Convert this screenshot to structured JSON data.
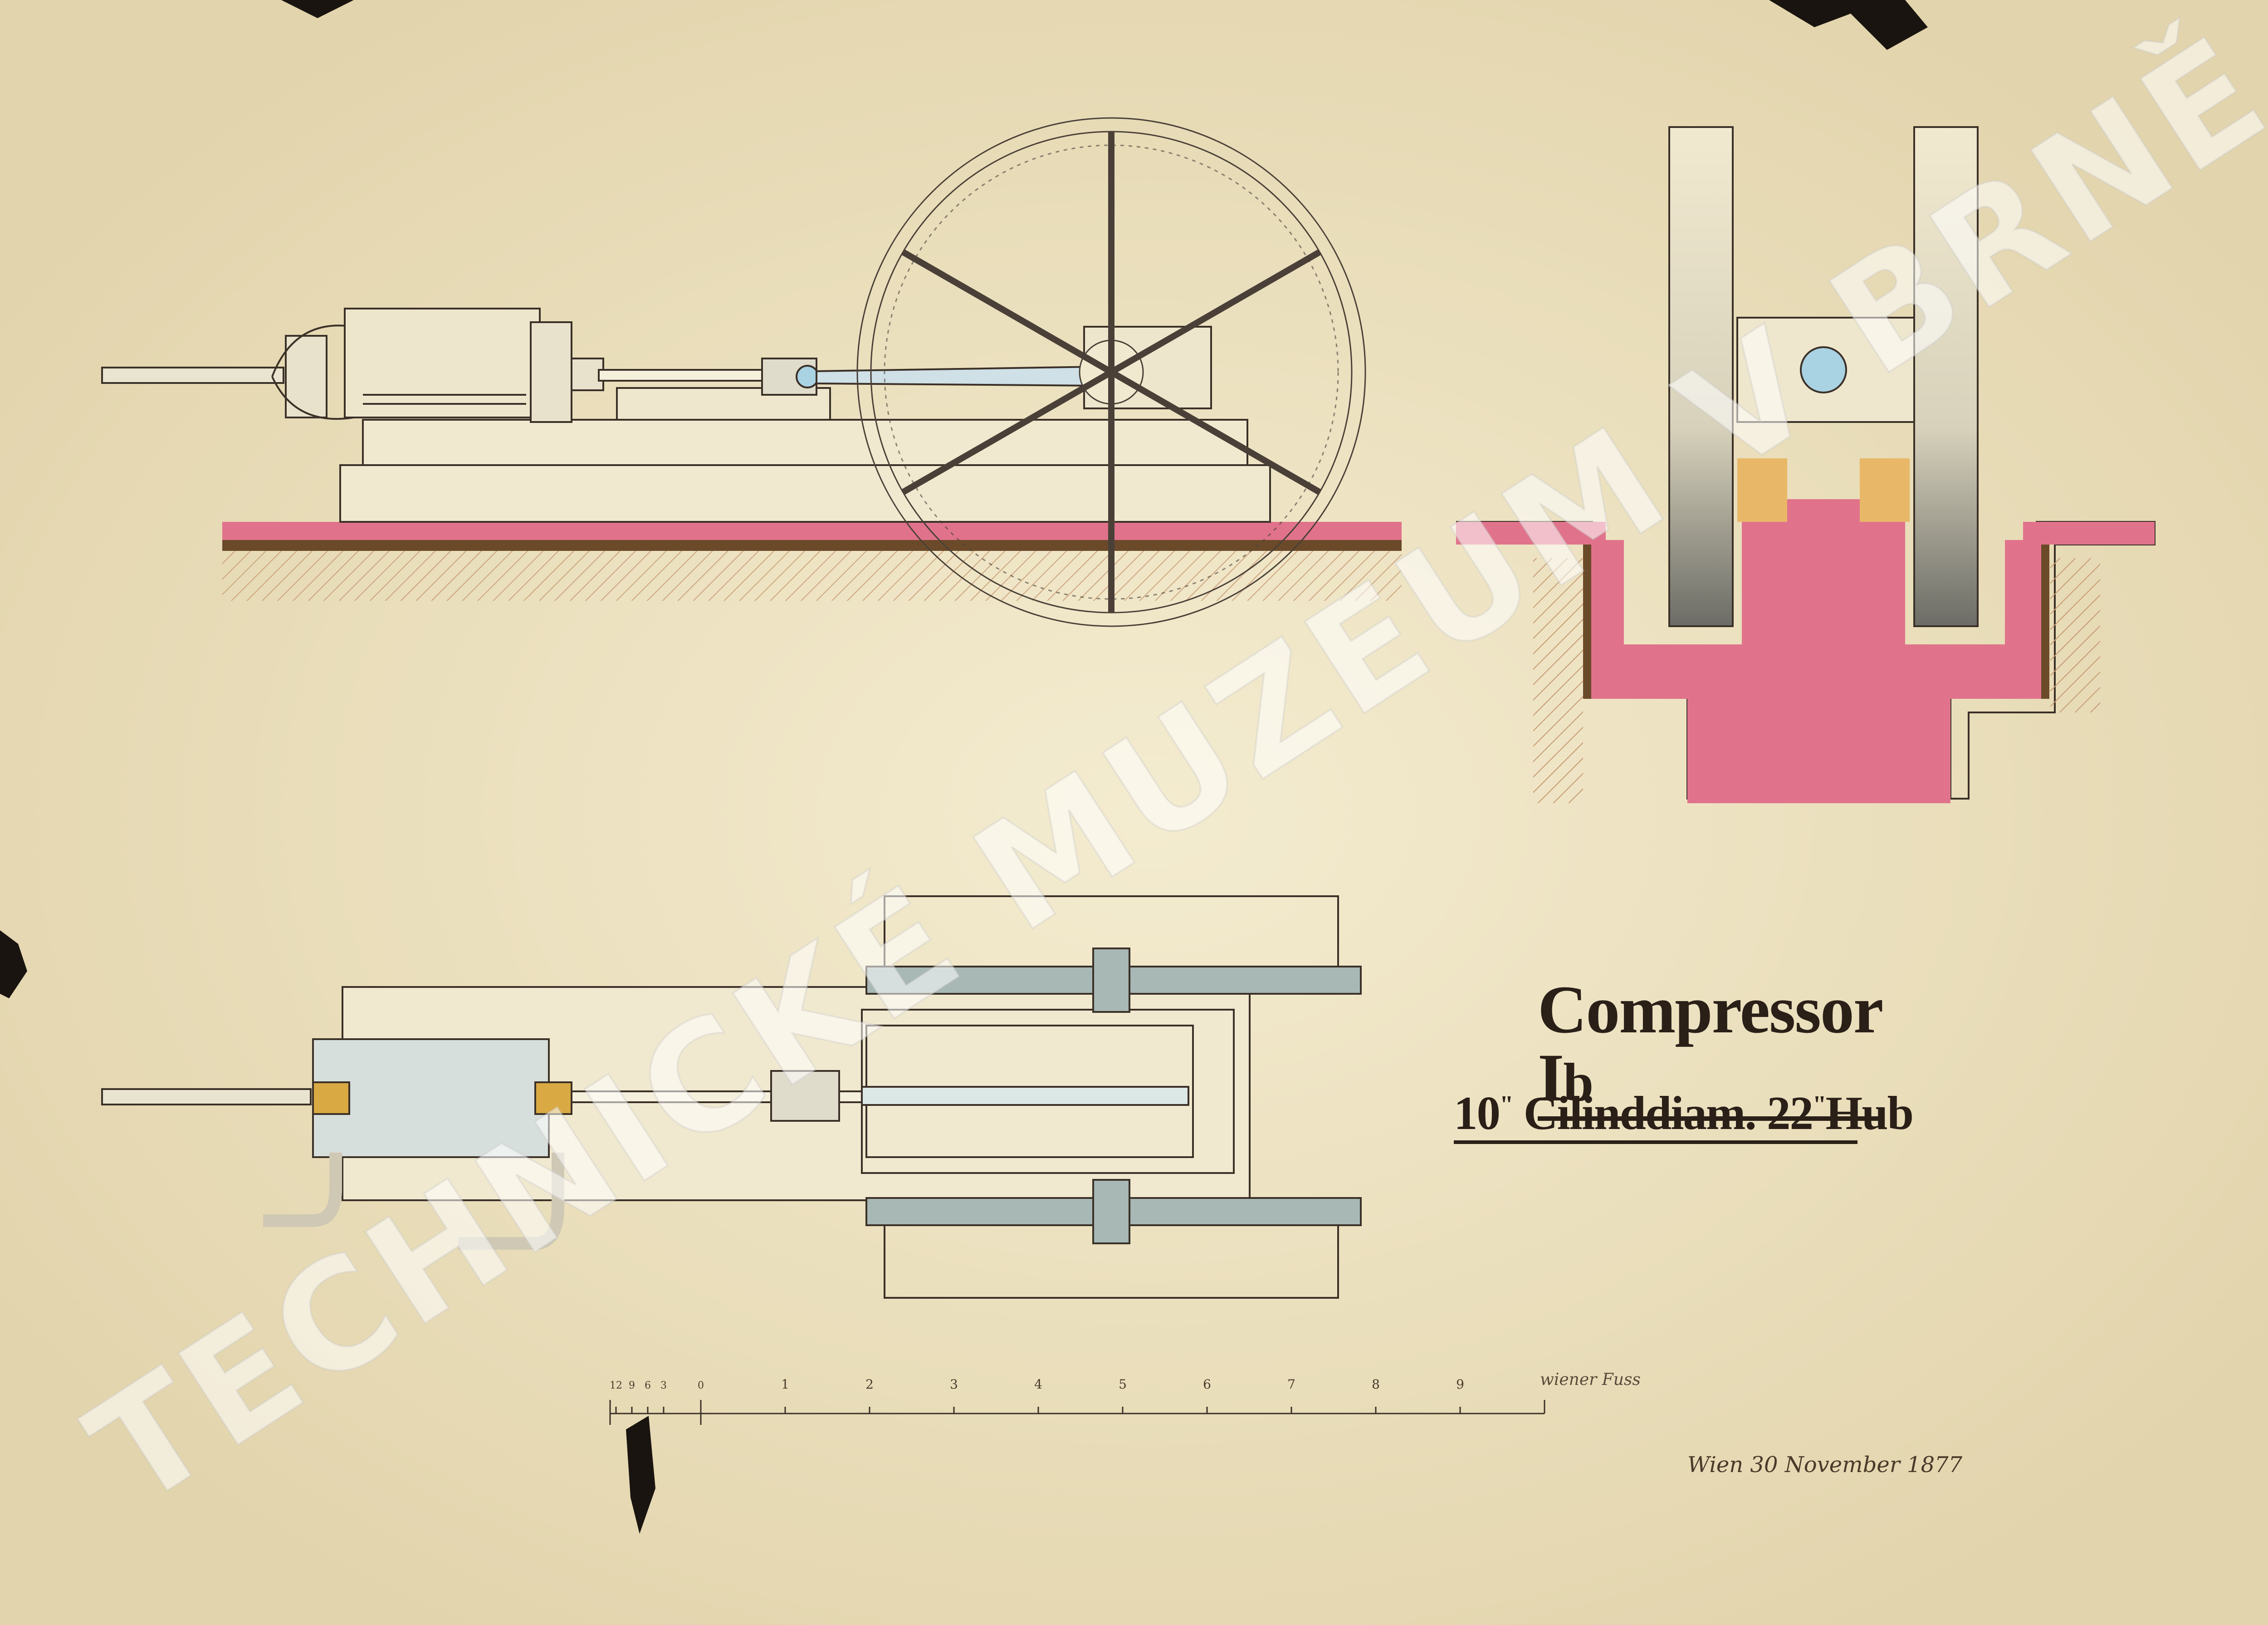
{
  "title": {
    "name": "Compressor",
    "numeral": "I",
    "suffix": "b",
    "cylinder_diameter": "10",
    "cylinder_label": "Cilinddiam.",
    "stroke": "22",
    "stroke_label": "Hub",
    "unit_mark": "\""
  },
  "signature": {
    "text": "Wien 30 November 1877"
  },
  "scale": {
    "labels": [
      "12",
      "9",
      "6",
      "3",
      "0",
      "1",
      "2",
      "3",
      "4",
      "5",
      "6",
      "7",
      "8",
      "9"
    ],
    "unit": "wiener Fuss"
  },
  "watermark": {
    "text": "TECHNICKÉ MUZEUM V BRNĚ"
  },
  "colors": {
    "paper": "#efe6c6",
    "foundation_pink": "#e0738b",
    "earth_brown": "#6b4a2a",
    "soil_hatch": "#c79a72",
    "steel_blue_grey": "#a7b8b5",
    "brass": "#d9a944",
    "ink": "#3b3128"
  }
}
